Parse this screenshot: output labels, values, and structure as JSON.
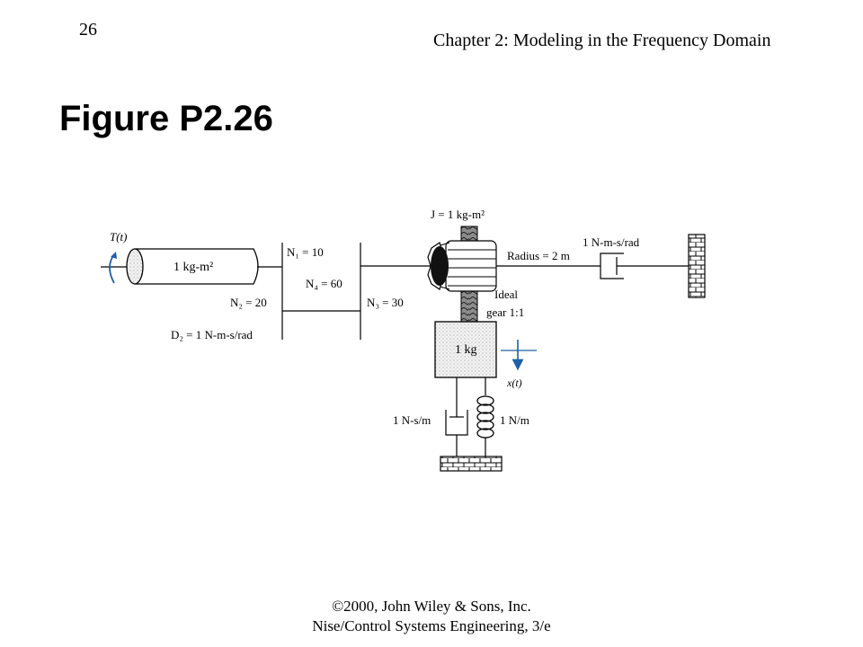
{
  "header": {
    "page_number": "26",
    "chapter_title": "Chapter 2: Modeling in the Frequency Domain"
  },
  "figure": {
    "title": "Figure P2.26",
    "labels": {
      "torque": "T(t)",
      "inertia1": "1 kg-m²",
      "n1": "N₁ = 10",
      "n4": "N₄ = 60",
      "n2": "N₂ = 20",
      "n3": "N₃ = 30",
      "d2": "D₂ = 1 N-m-s/rad",
      "j": "J = 1 kg-m²",
      "radius": "Radius = 2 m",
      "rot_damper": "1 N-m-s/rad",
      "ideal": "Ideal",
      "gear_ratio": "gear 1:1",
      "mass": "1 kg",
      "displacement": "x(t)",
      "damper": "1 N-s/m",
      "spring": "1 N/m"
    },
    "colors": {
      "accent": "#1f5fa8",
      "stipple": "#e6e6e6"
    }
  },
  "footer": {
    "line1": "©2000, John Wiley & Sons, Inc.",
    "line2": "Nise/Control Systems Engineering, 3/e"
  }
}
